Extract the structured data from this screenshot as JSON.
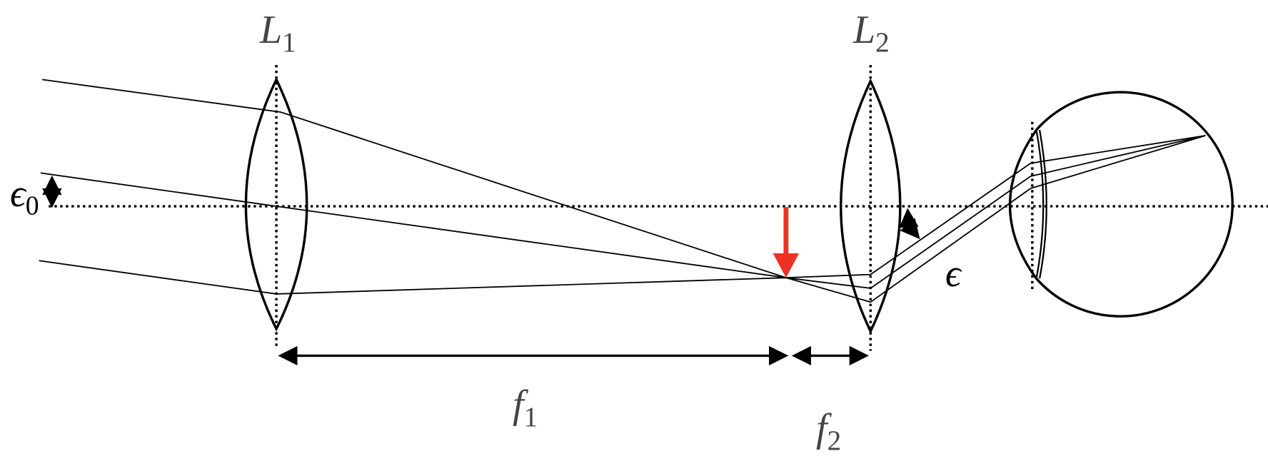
{
  "labels": {
    "lens1": {
      "main": "L",
      "sub": "1"
    },
    "lens2": {
      "main": "L",
      "sub": "2"
    },
    "focal1": {
      "main": "f",
      "sub": "1"
    },
    "focal2": {
      "main": "f",
      "sub": "2"
    },
    "angle_in": {
      "main": "ϵ",
      "sub": "0"
    },
    "angle_out": {
      "main": "ϵ"
    }
  },
  "colors": {
    "line": "#000000",
    "image_arrow": "#ee3124",
    "label": "#444444"
  }
}
